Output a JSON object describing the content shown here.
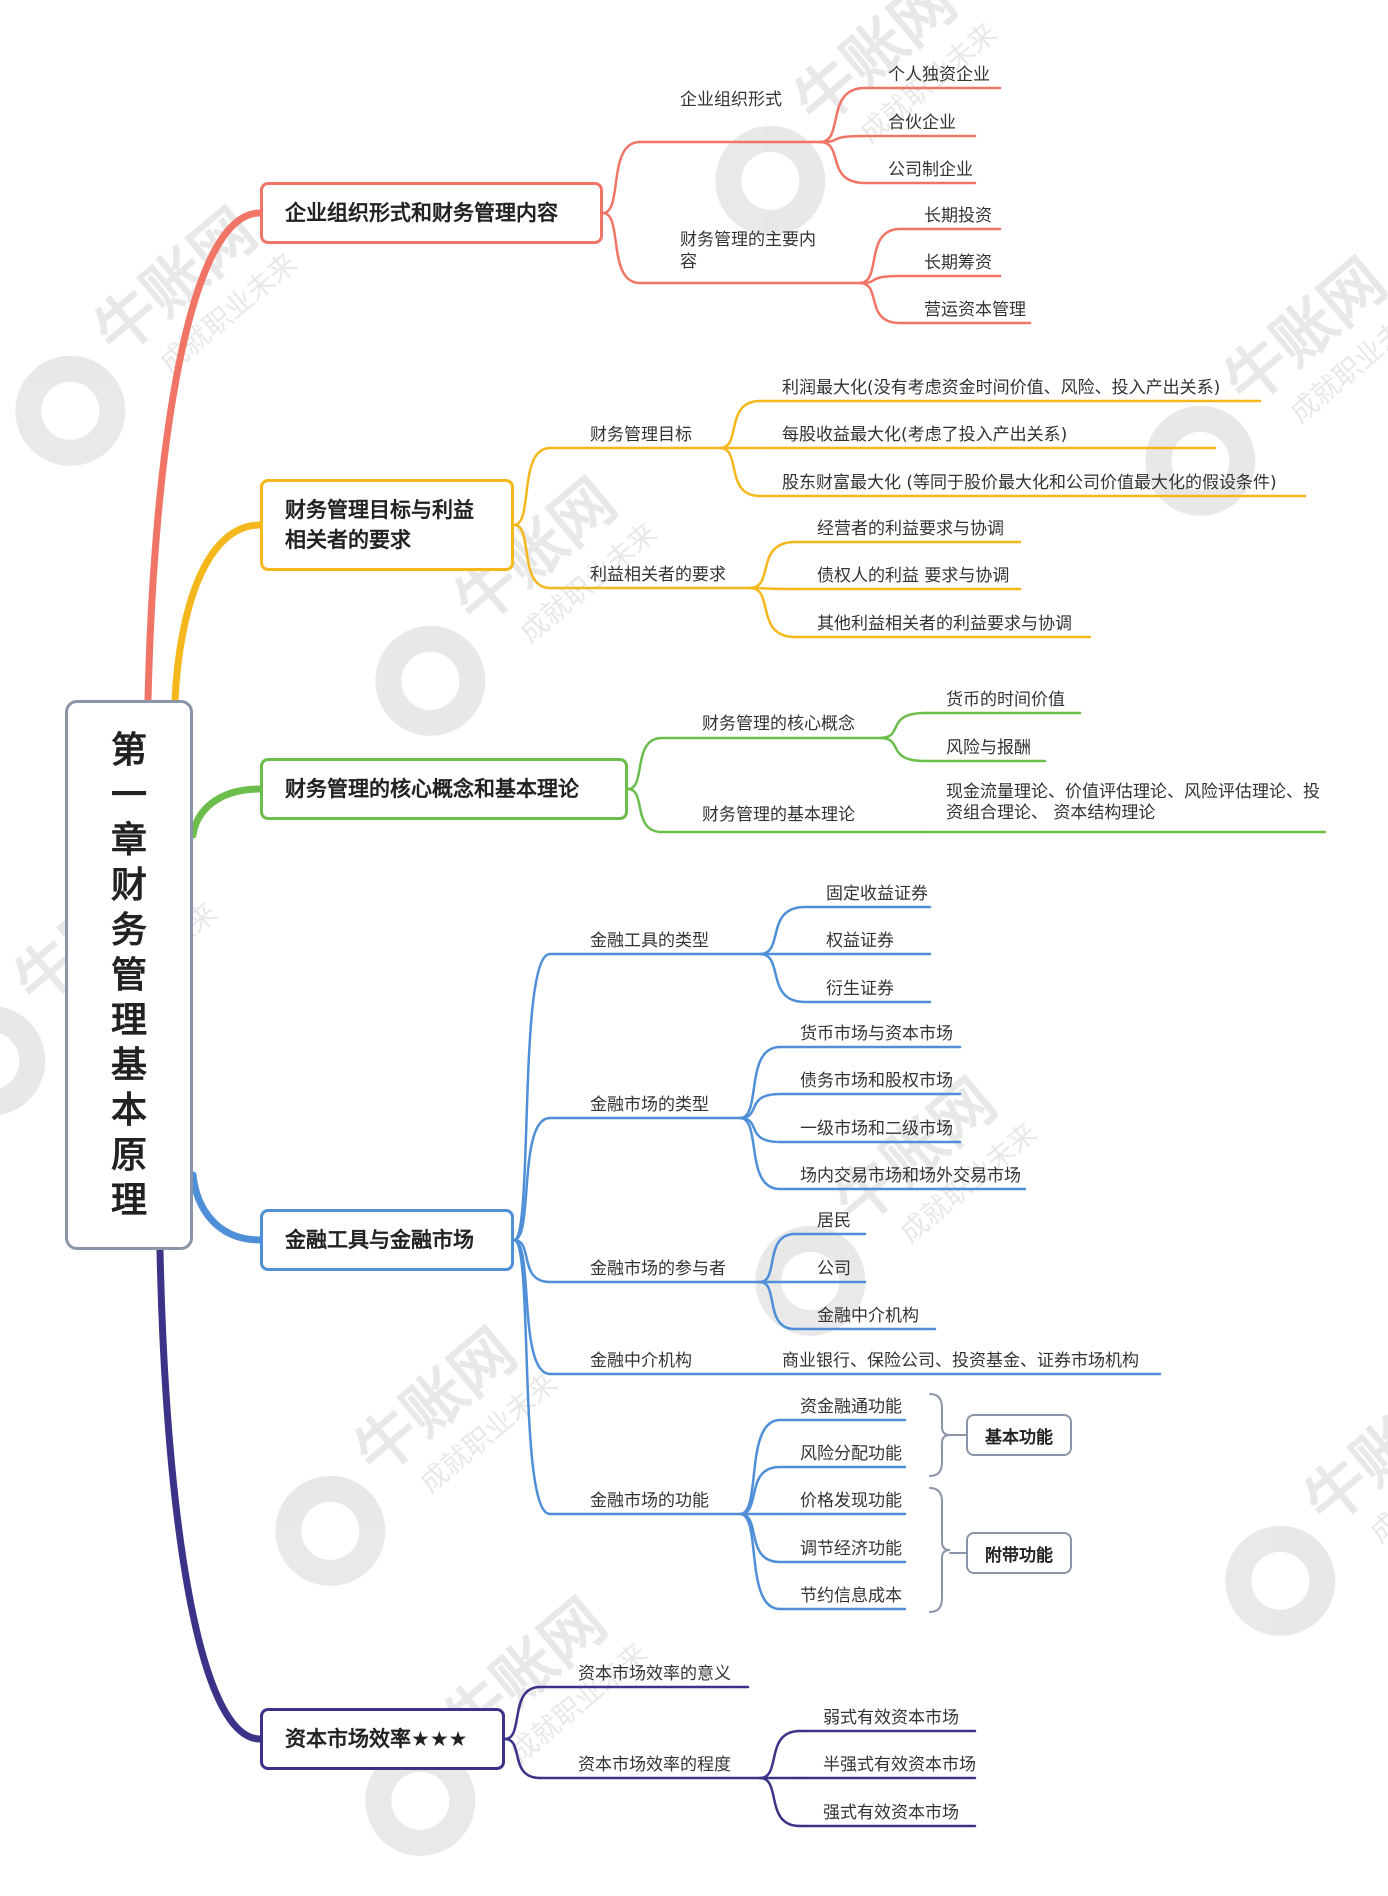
{
  "root": {
    "chars": [
      "第",
      "一",
      "章",
      "财",
      "务",
      "管",
      "理",
      "基",
      "本",
      "原",
      "理"
    ]
  },
  "sections": [
    {
      "topic": "企业组织形式和财务管理内容",
      "color": "#f07566",
      "subs": [
        {
          "label": "企业组织形式",
          "leaves": [
            "个人独资企业",
            "合伙企业",
            "公司制企业"
          ]
        },
        {
          "label": "财务管理的主要内容",
          "leaves": [
            "长期投资",
            "长期筹资",
            "营运资本管理"
          ]
        }
      ]
    },
    {
      "topic": "财务管理目标与利益相关者的要求",
      "color": "#f4b81c",
      "subs": [
        {
          "label": "财务管理目标",
          "leaves": [
            "利润最大化(没有考虑资金时间价值、风险、投入产出关系)",
            "每股收益最大化(考虑了投入产出关系)",
            "股东财富最大化 (等同于股价最大化和公司价值最大化的假设条件)"
          ]
        },
        {
          "label": "利益相关者的要求",
          "leaves": [
            "经营者的利益要求与协调",
            "债权人的利益 要求与协调",
            "其他利益相关者的利益要求与协调"
          ]
        }
      ]
    },
    {
      "topic": "财务管理的核心概念和基本理论",
      "color": "#6cbd4c",
      "subs": [
        {
          "label": "财务管理的核心概念",
          "leaves": [
            "货币的时间价值",
            "风险与报酬"
          ]
        },
        {
          "label": "财务管理的基本理论",
          "leaves": [
            "现金流量理论、价值评估理论、风险评估理论、投资组合理论、 资本结构理论"
          ]
        }
      ]
    },
    {
      "topic": "金融工具与金融市场",
      "color": "#4f8fd8",
      "subs": [
        {
          "label": "金融工具的类型",
          "leaves": [
            "固定收益证券",
            "权益证券",
            "衍生证券"
          ]
        },
        {
          "label": "金融市场的类型",
          "leaves": [
            "货币市场与资本市场",
            "债务市场和股权市场",
            "一级市场和二级市场",
            "场内交易市场和场外交易市场"
          ]
        },
        {
          "label": "金融市场的参与者",
          "leaves": [
            "居民",
            "公司",
            "金融中介机构"
          ]
        },
        {
          "label": "金融中介机构",
          "leaves": [
            "商业银行、保险公司、投资基金、证券市场机构"
          ]
        },
        {
          "label": "金融市场的功能",
          "leaves": [
            "资金融通功能",
            "风险分配功能",
            "价格发现功能",
            "调节经济功能",
            "节约信息成本"
          ]
        }
      ],
      "tags": [
        "基本功能",
        "附带功能"
      ]
    },
    {
      "topic": "资本市场效率★★★",
      "color": "#3a3388",
      "subs": [
        {
          "label": "资本市场效率的意义",
          "leaves": []
        },
        {
          "label": "资本市场效率的程度",
          "leaves": [
            "弱式有效资本市场",
            "半强式有效资本市场",
            "强式有效资本市场"
          ]
        }
      ]
    }
  ],
  "watermark": {
    "brand": "牛账网",
    "slogan": "成就职业未来"
  }
}
